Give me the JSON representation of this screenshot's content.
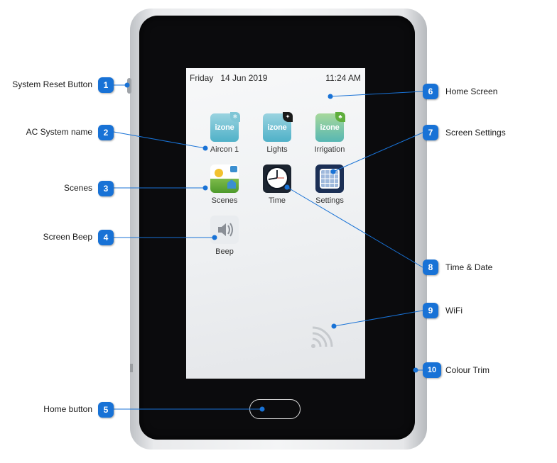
{
  "screen": {
    "day": "Friday",
    "date": "14 Jun 2019",
    "time": "11:24 AM",
    "apps": [
      {
        "label": "Aircon 1",
        "icon_text": "izone",
        "icon": "izone-aircon-icon"
      },
      {
        "label": "Lights",
        "icon_text": "izone",
        "icon": "izone-lights-icon"
      },
      {
        "label": "Irrigation",
        "icon_text": "izone",
        "icon": "izone-irrigation-icon"
      },
      {
        "label": "Scenes",
        "icon": "scenes-icon"
      },
      {
        "label": "Time",
        "icon": "clock-icon"
      },
      {
        "label": "Settings",
        "icon": "settings-grid-icon"
      },
      {
        "label": "Beep",
        "icon": "speaker-icon"
      }
    ]
  },
  "callouts": [
    {
      "number": "1",
      "label": "System Reset Button"
    },
    {
      "number": "2",
      "label": "AC System name"
    },
    {
      "number": "3",
      "label": "Scenes"
    },
    {
      "number": "4",
      "label": "Screen Beep"
    },
    {
      "number": "5",
      "label": "Home button"
    },
    {
      "number": "6",
      "label": "Home Screen"
    },
    {
      "number": "7",
      "label": "Screen Settings"
    },
    {
      "number": "8",
      "label": "Time & Date"
    },
    {
      "number": "9",
      "label": "WiFi"
    },
    {
      "number": "10",
      "label": "Colour Trim"
    }
  ],
  "colors": {
    "callout_blue": "#1872d6",
    "izone_teal": "#4fb1c8",
    "bezel": "#0b0b0d"
  }
}
